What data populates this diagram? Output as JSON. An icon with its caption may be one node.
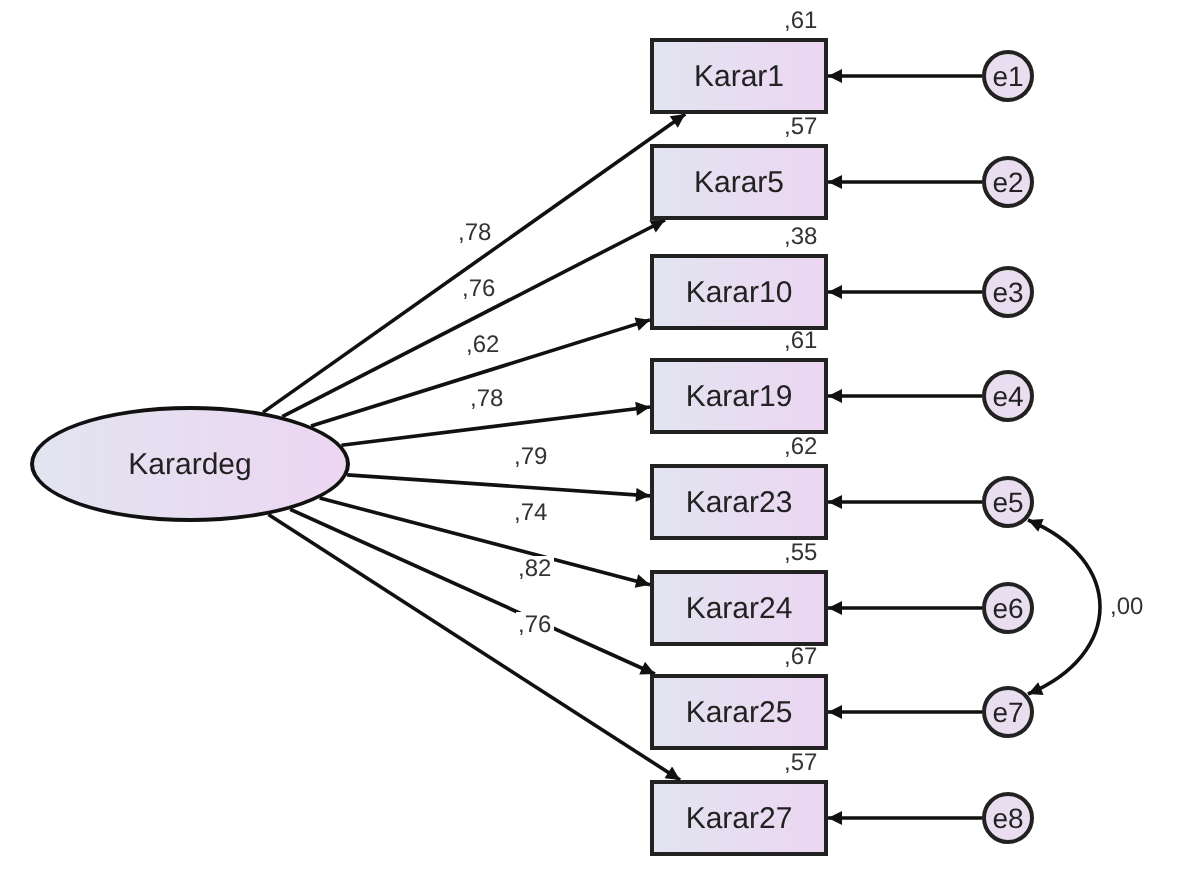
{
  "diagram": {
    "nodes": [
      {
        "text": [
          "Karardeg"
        ]
      },
      {
        "text": [
          "Karar1"
        ],
        "beside": [
          ",61"
        ]
      },
      {
        "text": [
          "Karar5"
        ],
        "beside": [
          ",57"
        ]
      },
      {
        "text": [
          "Karar10"
        ],
        "beside": [
          ",38"
        ]
      },
      {
        "text": [
          "Karar19"
        ],
        "beside": [
          ",61"
        ]
      },
      {
        "text": [
          "Karar23"
        ],
        "beside": [
          ",62"
        ]
      },
      {
        "text": [
          "Karar24"
        ],
        "beside": [
          ",55"
        ]
      },
      {
        "text": [
          "Karar25"
        ],
        "beside": [
          ",67"
        ]
      },
      {
        "text": [
          "Karar27"
        ],
        "beside": [
          ",57"
        ]
      },
      {
        "text": [
          "e1"
        ]
      },
      {
        "text": [
          "e2"
        ]
      },
      {
        "text": [
          "e3"
        ]
      },
      {
        "text": [
          "e4"
        ]
      },
      {
        "text": [
          "e5"
        ]
      },
      {
        "text": [
          "e6"
        ]
      },
      {
        "text": [
          "e7"
        ]
      },
      {
        "text": [
          "e8"
        ]
      }
    ],
    "edges": [
      {
        "from": 0,
        "to": 1,
        "arrow": "to",
        "label": ",78"
      },
      {
        "from": 0,
        "to": 2,
        "arrow": "to",
        "label": ",76"
      },
      {
        "from": 0,
        "to": 3,
        "arrow": "to",
        "label": ",62"
      },
      {
        "from": 0,
        "to": 4,
        "arrow": "to",
        "label": ",78"
      },
      {
        "from": 0,
        "to": 5,
        "arrow": "to",
        "label": ",79"
      },
      {
        "from": 0,
        "to": 6,
        "arrow": "to",
        "label": ",74"
      },
      {
        "from": 0,
        "to": 7,
        "arrow": "to",
        "label": ",82"
      },
      {
        "from": 0,
        "to": 8,
        "arrow": "to",
        "label": ",76"
      },
      {
        "from": 9,
        "to": 1,
        "arrow": "to"
      },
      {
        "from": 10,
        "to": 2,
        "arrow": "to"
      },
      {
        "from": 11,
        "to": 3,
        "arrow": "to"
      },
      {
        "from": 12,
        "to": 4,
        "arrow": "to"
      },
      {
        "from": 13,
        "to": 5,
        "arrow": "to"
      },
      {
        "from": 14,
        "to": 6,
        "arrow": "to"
      },
      {
        "from": 15,
        "to": 7,
        "arrow": "to"
      },
      {
        "from": 16,
        "to": 8,
        "arrow": "to"
      },
      {
        "from": 13,
        "to": 15,
        "arrow": "both",
        "label": ",00"
      }
    ]
  }
}
